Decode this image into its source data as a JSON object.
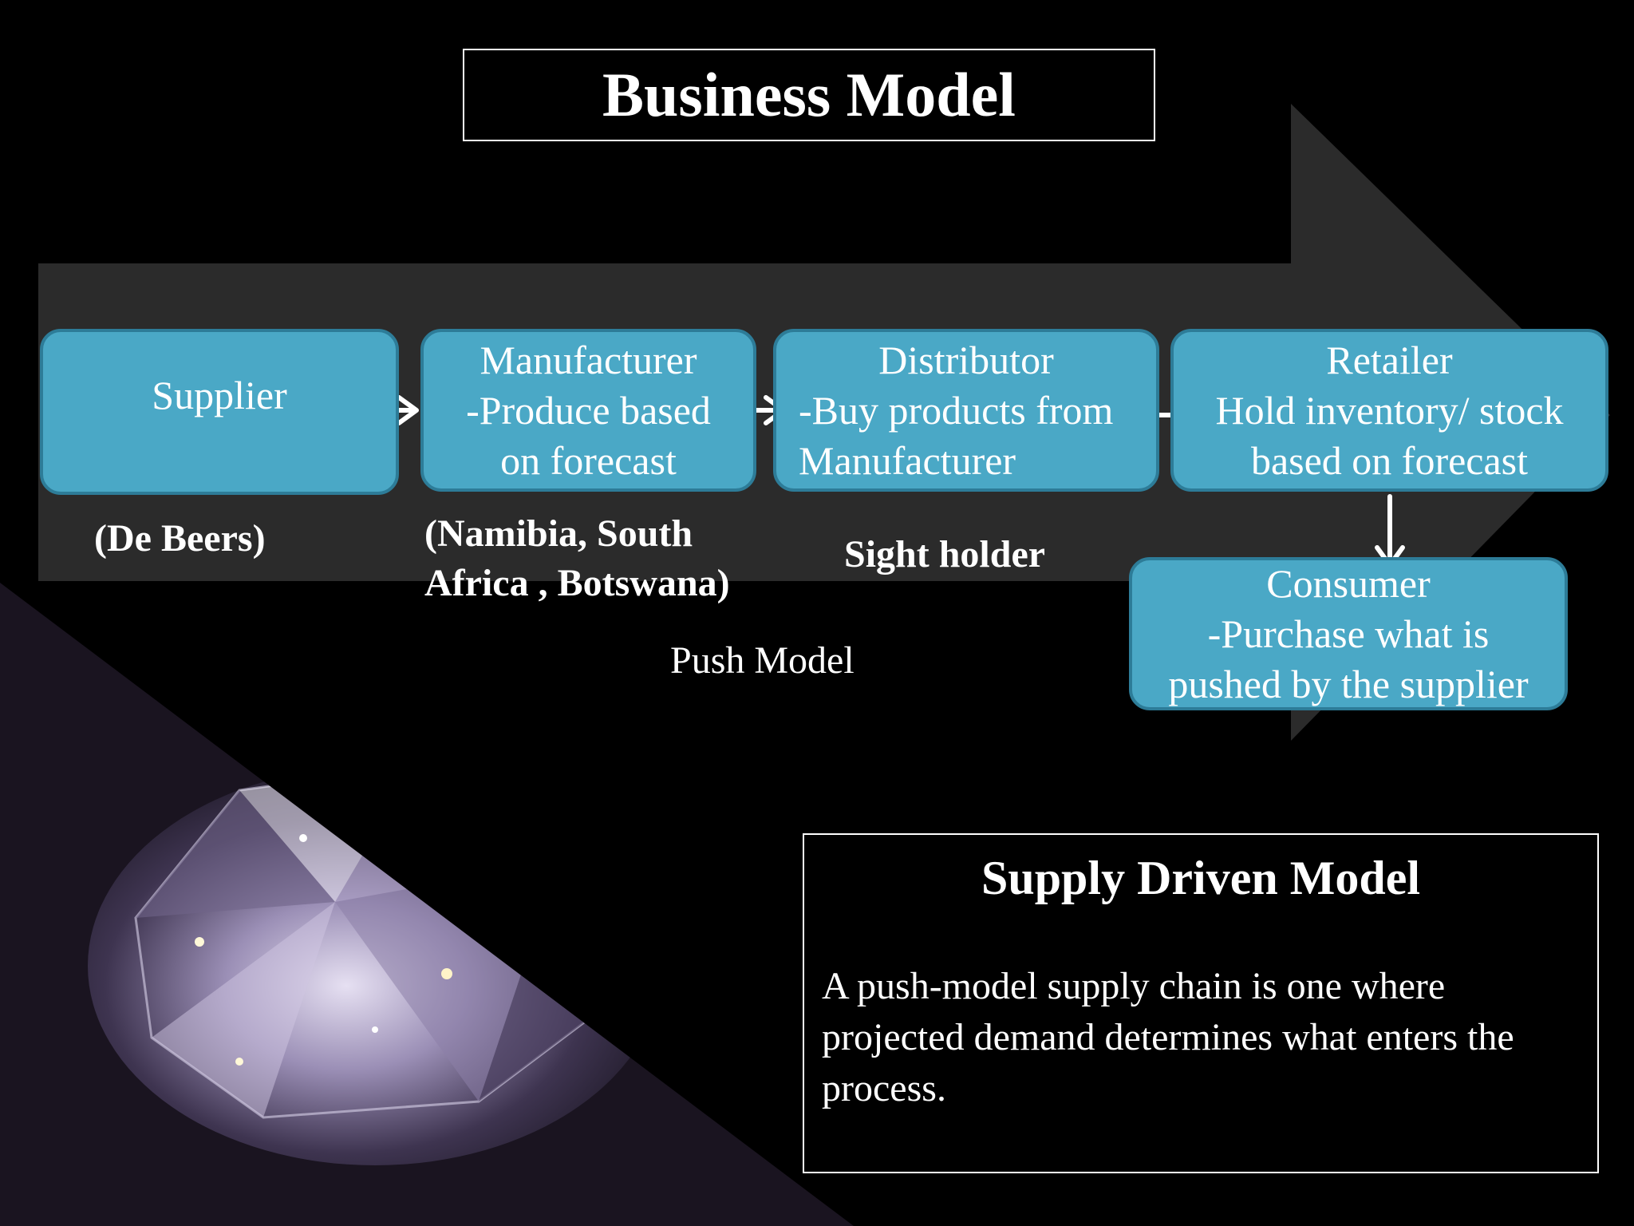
{
  "title": "Business Model",
  "stages": {
    "supplier": {
      "lines": [
        "Supplier"
      ]
    },
    "manufacturer": {
      "lines": [
        "Manufacturer",
        "-Produce based",
        "on forecast"
      ]
    },
    "distributor": {
      "lines": [
        "Distributor",
        "-Buy products from",
        "Manufacturer"
      ]
    },
    "retailer": {
      "lines": [
        "Retailer",
        "Hold inventory/ stock",
        "based on forecast"
      ]
    },
    "consumer": {
      "lines": [
        "Consumer",
        "-Purchase what is",
        "pushed by the supplier"
      ]
    }
  },
  "captions": {
    "supplier": "(De Beers)",
    "manufacturer": [
      "(Namibia, South",
      "Africa , Botswana)"
    ],
    "distributor": "Sight holder"
  },
  "push_model_label": "Push Model",
  "info": {
    "title": "Supply Driven Model",
    "text": "A push-model supply chain is one where projected demand determines what enters the process."
  },
  "colors": {
    "stage_fill": "#4aa8c6",
    "stage_border": "#2d7c98",
    "big_arrow": "#2b2b2b",
    "background": "#000000"
  }
}
